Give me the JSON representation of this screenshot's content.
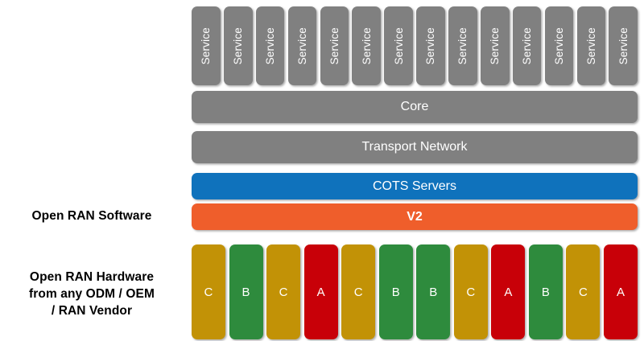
{
  "labels": {
    "software": "Open RAN Software",
    "hardware_line1": "Open RAN Hardware",
    "hardware_line2": "from any ODM / OEM",
    "hardware_line3": "/ RAN Vendor"
  },
  "layers": {
    "services": {
      "label": "Service",
      "count": 14,
      "color": "#808080",
      "items": [
        {
          "label": "Service"
        },
        {
          "label": "Service"
        },
        {
          "label": "Service"
        },
        {
          "label": "Service"
        },
        {
          "label": "Service"
        },
        {
          "label": "Service"
        },
        {
          "label": "Service"
        },
        {
          "label": "Service"
        },
        {
          "label": "Service"
        },
        {
          "label": "Service"
        },
        {
          "label": "Service"
        },
        {
          "label": "Service"
        },
        {
          "label": "Service"
        },
        {
          "label": "Service"
        }
      ]
    },
    "core": {
      "label": "Core",
      "color": "#808080"
    },
    "transport": {
      "label": "Transport Network",
      "color": "#808080"
    },
    "cots": {
      "label": "COTS Servers",
      "color": "#0f72bc"
    },
    "v2": {
      "label": "V2",
      "color": "#ef5e2b"
    },
    "hardware": {
      "count": 12,
      "colors": {
        "A": "#c80008",
        "B": "#2e8b3d",
        "C": "#c29206"
      },
      "items": [
        {
          "label": "C",
          "vendor": "C"
        },
        {
          "label": "B",
          "vendor": "B"
        },
        {
          "label": "C",
          "vendor": "C"
        },
        {
          "label": "A",
          "vendor": "A"
        },
        {
          "label": "C",
          "vendor": "C"
        },
        {
          "label": "B",
          "vendor": "B"
        },
        {
          "label": "B",
          "vendor": "B"
        },
        {
          "label": "C",
          "vendor": "C"
        },
        {
          "label": "A",
          "vendor": "A"
        },
        {
          "label": "B",
          "vendor": "B"
        },
        {
          "label": "C",
          "vendor": "C"
        },
        {
          "label": "A",
          "vendor": "A"
        }
      ]
    }
  }
}
